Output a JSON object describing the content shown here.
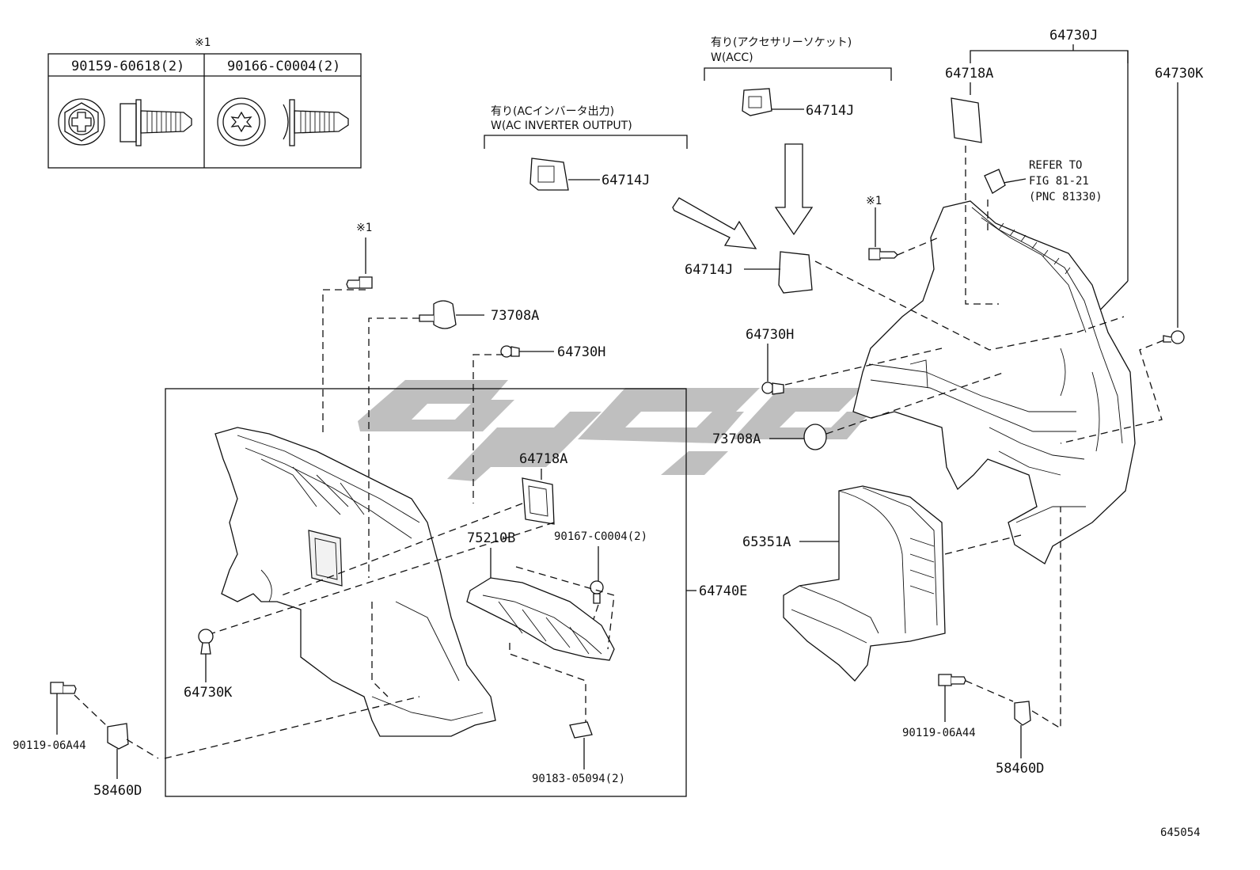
{
  "note_mark": "※1",
  "fastener_table": {
    "left_header": "90159-60618(2)",
    "right_header": "90166-C0004(2)"
  },
  "options": {
    "acc_socket_jp": "有り(アクセサリーソケット)",
    "acc_socket_en": "W(ACC)",
    "inverter_jp": "有り(ACインバータ出力)",
    "inverter_en": "W(AC INVERTER OUTPUT)"
  },
  "refer": {
    "line1": "REFER TO",
    "line2": "FIG 81-21",
    "line3": "(PNC 81330)"
  },
  "labels": {
    "p64730J": "64730J",
    "p64718A_top": "64718A",
    "p64730K_right": "64730K",
    "p64714J_acc": "64714J",
    "p64714J_inv": "64714J",
    "p64714J_mid": "64714J",
    "p73708A_left": "73708A",
    "p64730H_left": "64730H",
    "p64730H_right": "64730H",
    "p73708A_right": "73708A",
    "p64718A_mid": "64718A",
    "p75210B": "75210B",
    "p90167": "90167-C0004(2)",
    "p64740E": "64740E",
    "p65351A": "65351A",
    "p64730K_left": "64730K",
    "p90119_left": "90119-06A44",
    "p58460D_left": "58460D",
    "p90183": "90183-05094(2)",
    "p90119_right": "90119-06A44",
    "p58460D_right": "58460D"
  },
  "figure_number": "645054"
}
